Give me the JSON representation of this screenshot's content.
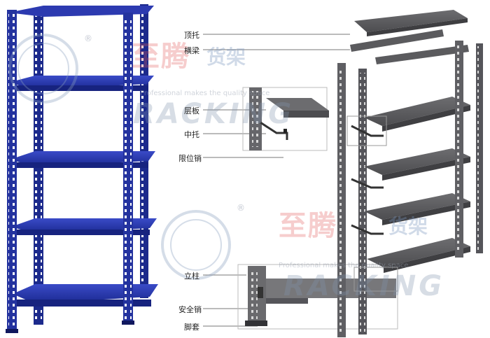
{
  "labels": {
    "top_support": "顶托",
    "crossbeam": "横梁",
    "shelf_panel": "层板",
    "middle_support": "中托",
    "limit_pin": "限位销",
    "upright": "立柱",
    "safety_pin": "安全销",
    "foot_cover": "脚套"
  },
  "watermark": {
    "brand_red": "至腾",
    "brand_blue": "货架",
    "racking": "RACKING",
    "tagline": "Professional makes the quality space",
    "registered": "®"
  },
  "colors": {
    "rack_blue": "#1f2f9a",
    "rack_gray": "#5f5f63",
    "leader_line": "#777777"
  }
}
